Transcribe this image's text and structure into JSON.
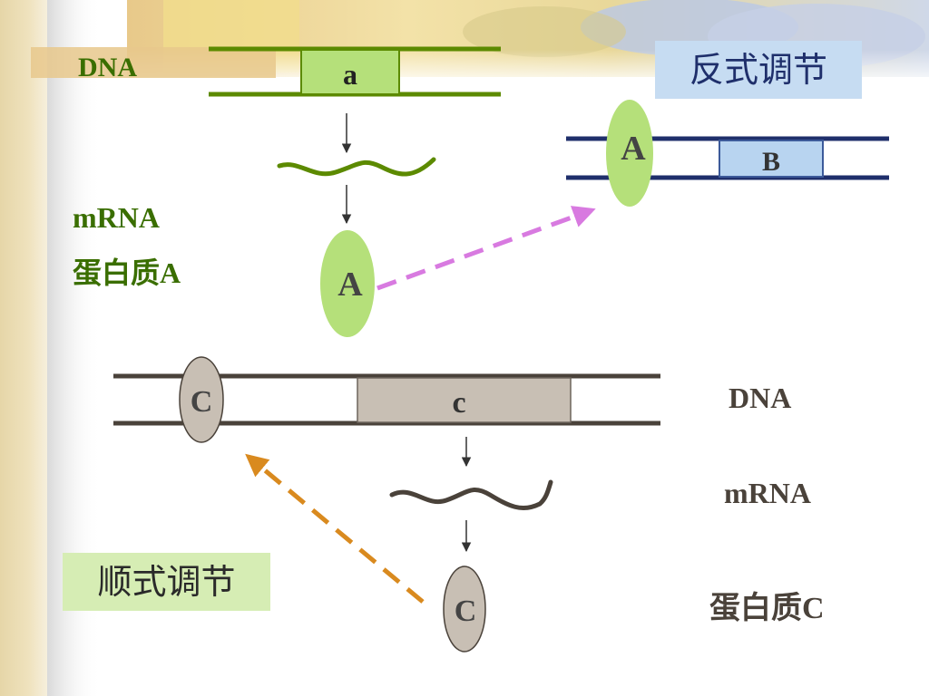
{
  "top": {
    "dna_label": "DNA",
    "gene_label": "a",
    "mrna_label": "mRNA",
    "protein_label": "蛋白质A",
    "protein_node": "A",
    "title": "反式调节",
    "target_protein": "A",
    "target_gene": "B"
  },
  "bottom": {
    "bound_protein": "C",
    "gene_label": "c",
    "dna_label": "DNA",
    "mrna_label": "mRNA",
    "protein_label": "蛋白质C",
    "protein_node": "C",
    "title": "顺式调节"
  },
  "colors": {
    "green_dna": "#5c8a00",
    "green_fill": "#b5e07a",
    "green_text": "#3a6e00",
    "navy_dna": "#1f2f6b",
    "blue_box": "#b8d4f0",
    "gray_dna": "#4a423a",
    "gray_fill": "#c8bfb4",
    "magenta_arrow": "#d87ae0",
    "orange_arrow": "#d98a1f",
    "title_blue_bg": "#c6dcf2",
    "title_green_bg": "#d6edb4"
  }
}
